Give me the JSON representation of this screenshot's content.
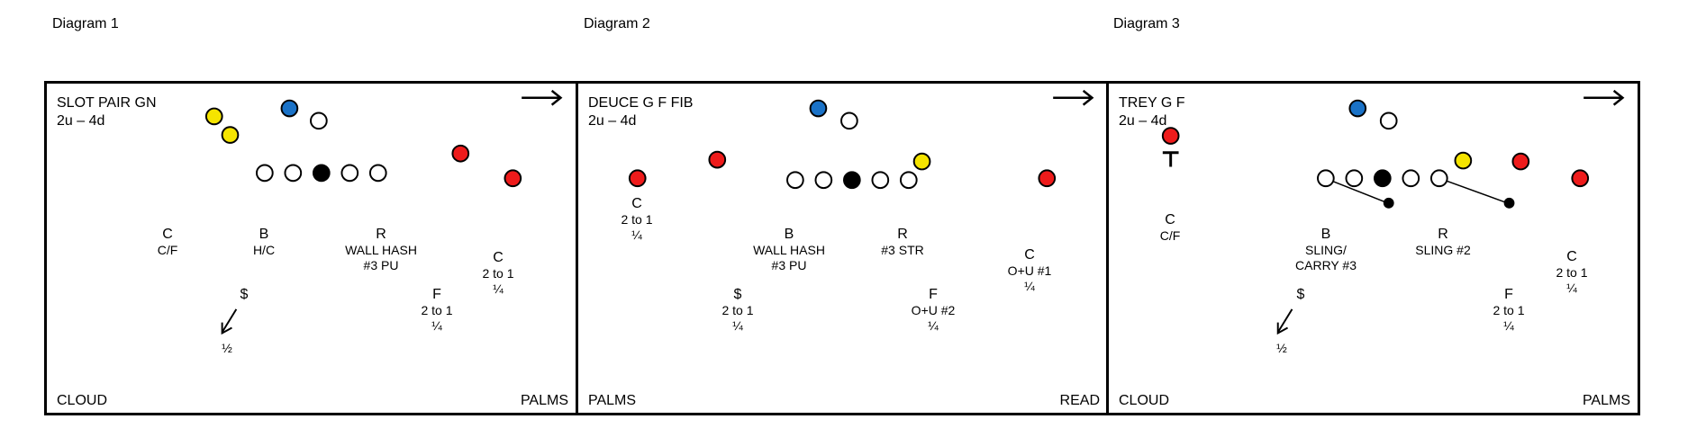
{
  "colors": {
    "yellow": "#f5e400",
    "blue": "#1a72c7",
    "red": "#ee1b1b",
    "black": "#000000",
    "white": "#ffffff"
  },
  "diagrams": [
    {
      "caption": "Diagram 1",
      "title": "SLOT PAIR GN",
      "subtitle": "2u – 4d",
      "corner_left": "CLOUD",
      "corner_right": "PALMS",
      "labels": [
        {
          "name": "C",
          "lines": "C/F"
        },
        {
          "name": "B",
          "lines": "H/C"
        },
        {
          "name": "R",
          "lines": "WALL HASH\n#3 PU"
        },
        {
          "name": "C",
          "lines": "2 to 1\n¼"
        },
        {
          "name": "$",
          "lines": ""
        },
        {
          "name": "F",
          "lines": "2 to 1\n¼"
        },
        {
          "name": "",
          "lines": "½"
        }
      ]
    },
    {
      "caption": "Diagram 2",
      "title": "DEUCE G F FIB",
      "subtitle": "2u – 4d",
      "corner_left": "PALMS",
      "corner_right": "READ",
      "labels": [
        {
          "name": "C",
          "lines": "2 to 1\n¼"
        },
        {
          "name": "B",
          "lines": "WALL HASH\n#3 PU"
        },
        {
          "name": "R",
          "lines": "#3 STR"
        },
        {
          "name": "C",
          "lines": "O+U #1\n¼"
        },
        {
          "name": "$",
          "lines": "2 to 1\n¼"
        },
        {
          "name": "F",
          "lines": "O+U #2\n¼"
        }
      ]
    },
    {
      "caption": "Diagram 3",
      "title": "TREY G F",
      "subtitle": "2u – 4d",
      "corner_left": "CLOUD",
      "corner_right": "PALMS",
      "labels": [
        {
          "name": "C",
          "lines": "C/F"
        },
        {
          "name": "B",
          "lines": "SLING/\nCARRY #3"
        },
        {
          "name": "R",
          "lines": "SLING #2"
        },
        {
          "name": "C",
          "lines": "2 to 1\n¼"
        },
        {
          "name": "$",
          "lines": ""
        },
        {
          "name": "F",
          "lines": "2 to 1\n¼"
        },
        {
          "name": "",
          "lines": "½"
        }
      ]
    }
  ]
}
